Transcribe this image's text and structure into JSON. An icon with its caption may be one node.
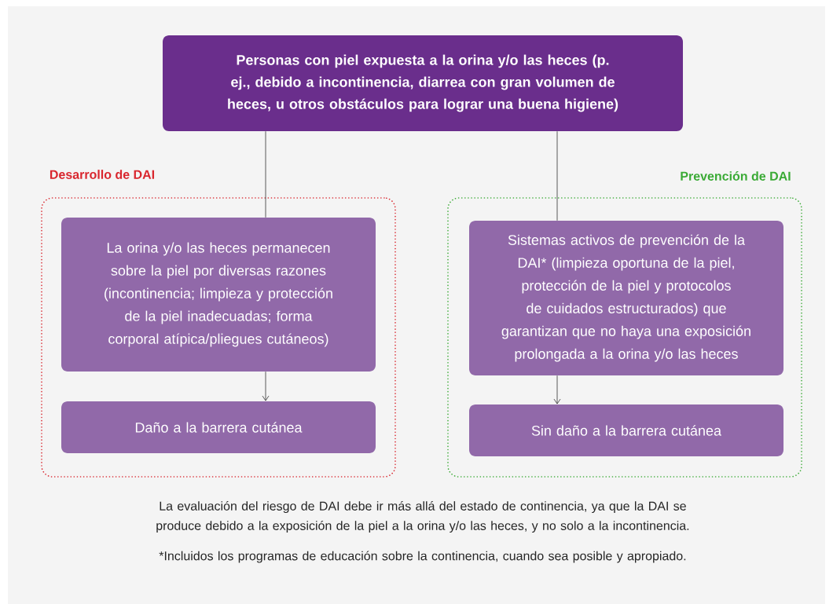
{
  "diagram": {
    "nodes": [
      {
        "text": [
          "Personas con piel expuesta a la orina y/o las heces (p. ej., debido a incontinencia, diarrea con gran volumen de heces, u otros obstáculos para lograr una buena higiene)"
        ]
      },
      {
        "text": [
          "Desarrollo de DAI"
        ]
      },
      {
        "text": [
          "La orina y/o las heces permanecen sobre la piel por diversas razones (incontinencia; limpieza y protección de la piel inadecuadas; forma corporal atípica/pliegues cutáneos)"
        ],
        "in": 1
      },
      {
        "text": [
          "Daño a la barrera cutánea"
        ],
        "in": 1
      },
      {
        "text": [
          "Prevención de DAI"
        ]
      },
      {
        "text": [
          "Sistemas activos de prevención de la DAI* (limpieza oportuna de la piel, protección de la piel y protocolos de cuidados estructurados) que garantizan que no haya una exposición prolongada a la orina y/o las heces"
        ],
        "in": 4
      },
      {
        "text": [
          "Sin daño a la barrera cutánea"
        ],
        "in": 4
      }
    ],
    "edges": [
      {
        "from": 0,
        "to": 2,
        "arrow": "none"
      },
      {
        "from": 2,
        "to": 3,
        "arrow": "to"
      },
      {
        "from": 0,
        "to": 5,
        "arrow": "none"
      },
      {
        "from": 5,
        "to": 6,
        "arrow": "to"
      }
    ],
    "labels": [
      "La evaluación del riesgo de DAI debe ir más allá del estado de continencia, ya que la DAI se produce debido a la exposición de la piel a la orina y/o las heces, y no solo a la incontinencia.",
      "*Incluidos los programas de educación sobre la continencia, cuando sea posible y apropiado."
    ]
  }
}
